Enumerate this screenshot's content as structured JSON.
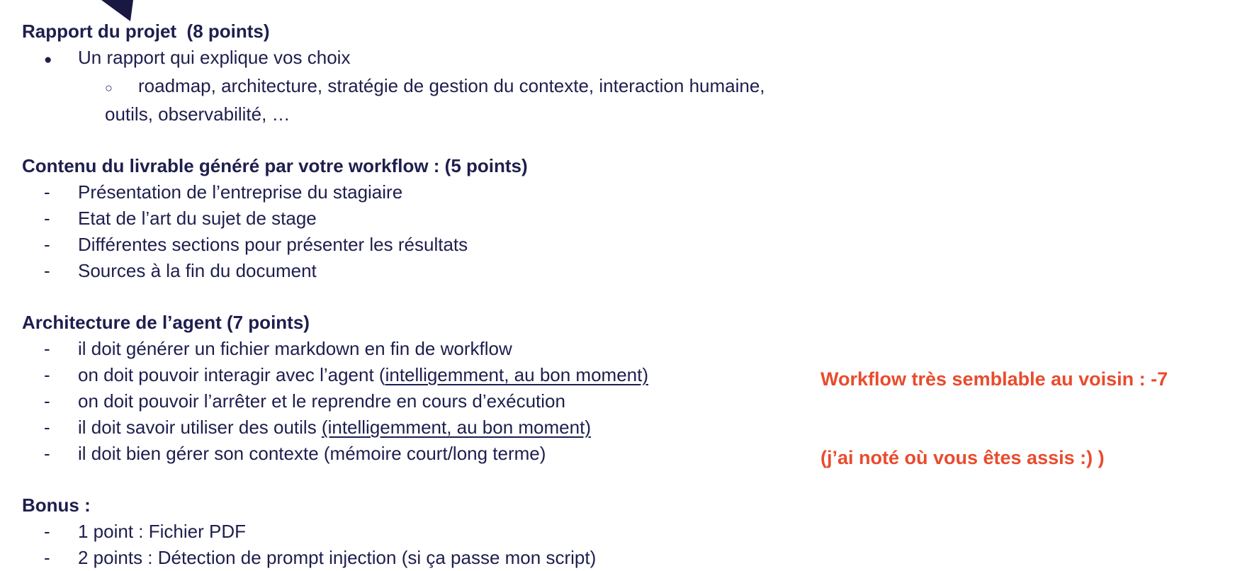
{
  "page": {
    "background": "#ffffff",
    "text_color": "#1e1e4e",
    "accent_color": "#e94b2d",
    "triangle_color": "#181843"
  },
  "sections": [
    {
      "heading": "Rapport du projet  (8 points)",
      "items": [
        {
          "marker": "disc",
          "level": 1,
          "text": "Un rapport qui explique vos choix"
        },
        {
          "marker": "circle",
          "level": 2,
          "text": "roadmap, architecture, stratégie de gestion du contexte, interaction humaine, outils, observabilité, …"
        }
      ]
    },
    {
      "heading": "Contenu du livrable généré par votre workflow : (5 points)",
      "items": [
        {
          "marker": "dash",
          "level": 1,
          "text": "Présentation de l’entreprise du stagiaire"
        },
        {
          "marker": "dash",
          "level": 1,
          "text": "Etat de l’art du sujet de stage"
        },
        {
          "marker": "dash",
          "level": 1,
          "text": "Différentes sections pour présenter les résultats"
        },
        {
          "marker": "dash",
          "level": 1,
          "text": "Sources à la fin du document"
        }
      ]
    },
    {
      "heading": "Architecture de l’agent (7 points)",
      "items": [
        {
          "marker": "dash",
          "level": 1,
          "text": "il doit générer un fichier markdown en fin de workflow"
        },
        {
          "marker": "dash",
          "level": 1,
          "text": "on doit pouvoir interagir avec l’agent (",
          "underlined": "intelligemment, au bon moment)"
        },
        {
          "marker": "dash",
          "level": 1,
          "text": "on doit pouvoir l’arrêter et le reprendre en cours d’exécution"
        },
        {
          "marker": "dash",
          "level": 1,
          "text": "il doit savoir utiliser des outils ",
          "underlined": "(intelligemment, au bon moment)"
        },
        {
          "marker": "dash",
          "level": 1,
          "text": "il doit bien gérer son contexte (mémoire court/long terme)"
        }
      ]
    },
    {
      "heading": "Bonus :",
      "items": [
        {
          "marker": "dash",
          "level": 1,
          "text": "1 point : Fichier PDF"
        },
        {
          "marker": "dash",
          "level": 1,
          "text": "2 points : Détection de prompt injection (si ça passe mon script)"
        }
      ]
    }
  ],
  "annotation": {
    "line1": "Workflow très semblable au voisin : -7",
    "line2": "(j’ai noté où vous êtes assis :) )"
  }
}
